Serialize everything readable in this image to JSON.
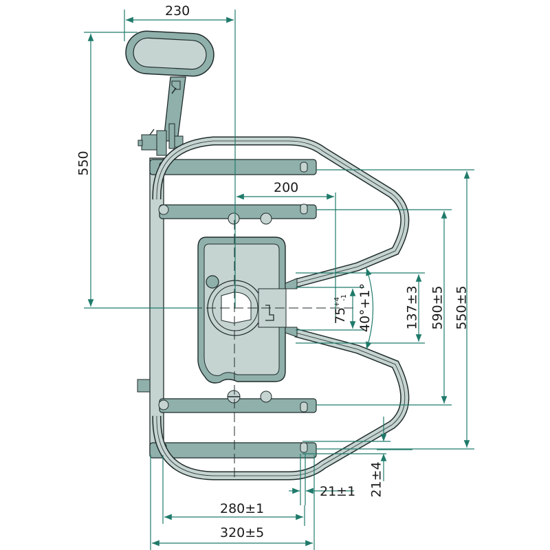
{
  "drawing": {
    "subject": "Tractor pick-up hitch (top view) with guide mouth and bracket",
    "colors": {
      "part_fill": "#8fb0ab",
      "part_light": "#c5d4d1",
      "outline": "#1f2a2a",
      "dimension_line": "#1f7a6a",
      "text": "#1a1a1a",
      "background": "#ffffff"
    }
  },
  "dimensions": {
    "top_width": "230",
    "left_height": "550",
    "center_offset": "200",
    "pin_height": "75",
    "pin_tol_upper": "+4",
    "pin_tol_lower": "-1",
    "mouth_angle": "40°+1°",
    "mouth_opening": "137±3",
    "guide_span": "590±5",
    "overall_height": "550±5",
    "offset_small": "21±1",
    "offset_vertical": "21±4",
    "hole_spacing": "280±1",
    "overall_width": "320±5"
  }
}
